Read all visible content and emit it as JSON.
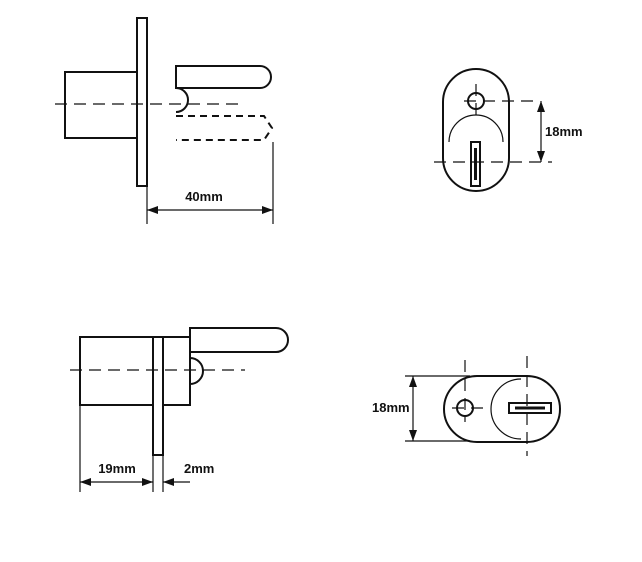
{
  "dimensions": {
    "top_length": "40mm",
    "top_height": "18mm",
    "bottom_body": "19mm",
    "bottom_flange": "2mm",
    "bottom_height": "18mm"
  },
  "colors": {
    "line": "#111111",
    "background": "#ffffff"
  }
}
